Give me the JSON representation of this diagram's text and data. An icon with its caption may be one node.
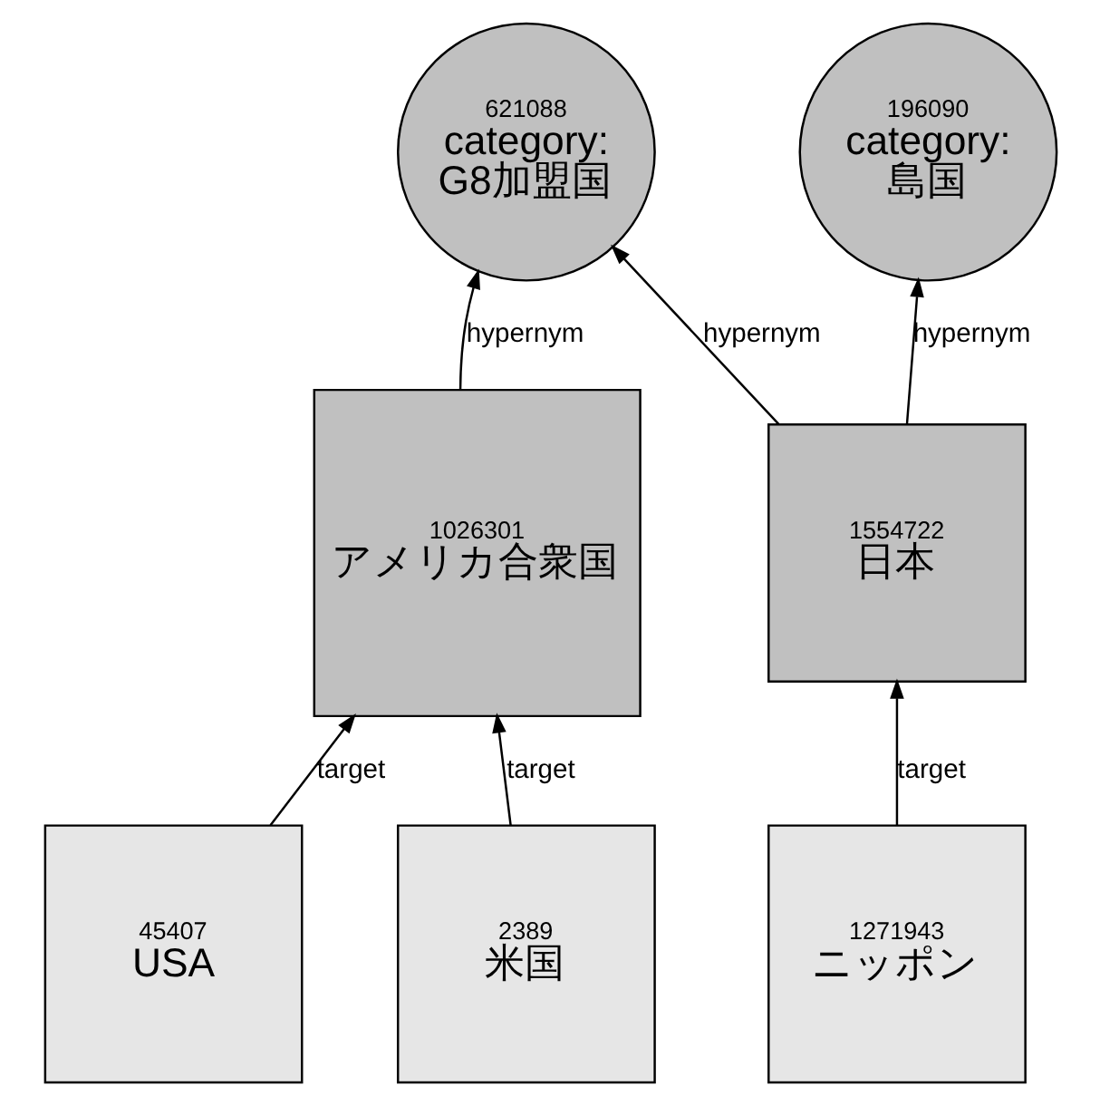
{
  "diagram": {
    "nodes": [
      {
        "text": [
          "621088",
          "category: G8加盟国"
        ]
      },
      {
        "text": [
          "196090",
          "category: 島国"
        ]
      },
      {
        "text": [
          "1026301",
          "アメリカ合衆国"
        ]
      },
      {
        "text": [
          "1554722",
          "日本"
        ]
      },
      {
        "text": [
          "45407",
          "USA"
        ]
      },
      {
        "text": [
          "2389",
          "米国"
        ]
      },
      {
        "text": [
          "1271943",
          "ニッポン"
        ]
      }
    ],
    "edges": [
      {
        "from": 2,
        "to": 0,
        "arrow": "to",
        "label": "hypernym"
      },
      {
        "from": 3,
        "to": 0,
        "arrow": "to",
        "label": "hypernym"
      },
      {
        "from": 3,
        "to": 1,
        "arrow": "to",
        "label": "hypernym"
      },
      {
        "from": 4,
        "to": 2,
        "arrow": "to",
        "label": "target"
      },
      {
        "from": 5,
        "to": 2,
        "arrow": "to",
        "label": "target"
      },
      {
        "from": 6,
        "to": 3,
        "arrow": "to",
        "label": "target"
      }
    ]
  }
}
